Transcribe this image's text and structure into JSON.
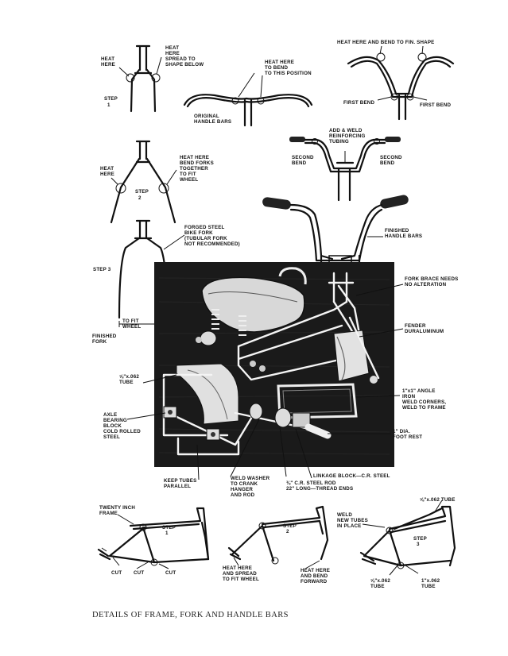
{
  "labels": {
    "heat_here_top": [
      "HEAT",
      "HERE"
    ],
    "heat_spread": [
      "HEAT",
      "HERE",
      "SPREAD TO",
      "SHAPE BELOW"
    ],
    "step1": [
      "STEP",
      "1"
    ],
    "heat_here_bend": [
      "HEAT HERE",
      "TO BEND",
      "TO THIS POSITION"
    ],
    "original_bars": [
      "ORIGINAL",
      "HANDLE BARS"
    ],
    "heat_fin": "HEAT HERE AND BEND TO FIN. SHAPE",
    "first_bend_l": "FIRST BEND",
    "first_bend_r": "FIRST BEND",
    "add_weld": [
      "ADD & WELD",
      "REINFORCING",
      "TUBING"
    ],
    "second_bend_l": [
      "SECOND",
      "BEND"
    ],
    "second_bend_r": [
      "SECOND",
      "BEND"
    ],
    "heat_here_mid": [
      "HEAT",
      "HERE"
    ],
    "bend_forks": [
      "HEAT HERE",
      "BEND FORKS",
      "TOGETHER",
      "TO FIT",
      "WHEEL"
    ],
    "step2": [
      "STEP",
      "2"
    ],
    "forged_fork": [
      "FORGED STEEL",
      "BIKE FORK",
      "(TUBULAR FORK",
      "NOT RECOMMENDED)"
    ],
    "finished_bars": [
      "FINISHED",
      "HANDLE BARS"
    ],
    "step3": "STEP 3",
    "fork_brace": [
      "FORK BRACE NEEDS",
      "NO ALTERATION"
    ],
    "to_fit_wheel": [
      "TO FIT",
      "WHEEL"
    ],
    "finished_fork": [
      "FINISHED",
      "FORK"
    ],
    "fender": [
      "FENDER",
      "DURALUMINUM"
    ],
    "tube_062": [
      "⅝\"x.062",
      "TUBE"
    ],
    "angle_iron": [
      "1\"x1\" ANGLE",
      "IRON",
      "WELD CORNERS,",
      "WELD TO FRAME"
    ],
    "axle_block": [
      "AXLE",
      "BEARING",
      "BLOCK",
      "COLD ROLLED",
      "STEEL"
    ],
    "foot_rest": [
      "1\" DIA.",
      "FOOT REST"
    ],
    "linkage": "LINKAGE BLOCK—C.R. STEEL",
    "weld_washer": [
      "WELD WASHER",
      "TO CRANK",
      "HANGER",
      "AND ROD"
    ],
    "keep_tubes": [
      "KEEP TUBES",
      "PARALLEL"
    ],
    "steel_rod": [
      "⅜\" C.R. STEEL ROD",
      "22\" LONG—THREAD ENDS"
    ],
    "twenty_inch": [
      "TWENTY INCH",
      "FRAME"
    ],
    "fstep1": [
      "STEP",
      "1"
    ],
    "cut1": "CUT",
    "cut2": "CUT",
    "cut3": "CUT",
    "fstep2": [
      "STEP",
      "2"
    ],
    "heat_spread_wheel": [
      "HEAT HERE",
      "AND SPREAD",
      "TO FIT WHEEL"
    ],
    "heat_bend_forward": [
      "HEAT HERE",
      "AND BEND",
      "FORWARD"
    ],
    "weld_new": [
      "WELD",
      "NEW TUBES",
      "IN PLACE"
    ],
    "tube_062_top": "⅝\"x.062 TUBE",
    "fstep3": [
      "STEP",
      "3"
    ],
    "tube_062_bot": [
      "⅝\"x.062",
      "TUBE"
    ],
    "tube_1_062": [
      "1\"x.062",
      "TUBE"
    ]
  },
  "caption": "DETAILS OF FRAME, FORK AND HANDLE BARS"
}
